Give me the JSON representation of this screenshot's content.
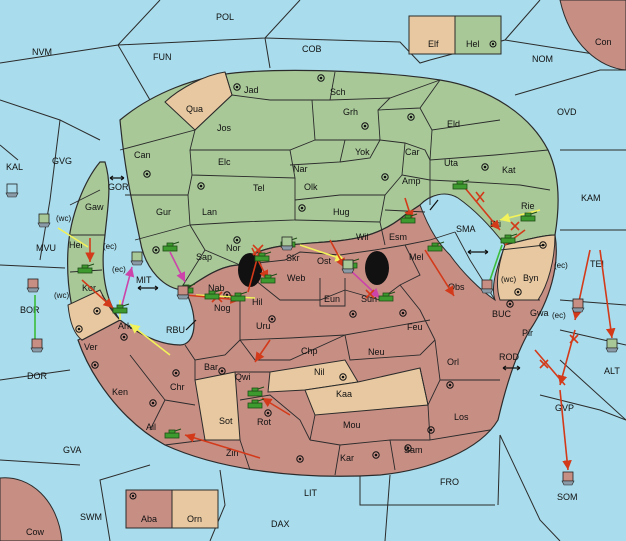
{
  "colors": {
    "sea": "#a9dcec",
    "green": "#a8c898",
    "red": "#c78e84",
    "tan": "#e7c8a0",
    "border": "#2b2b2b",
    "order_move": "#d33a1a",
    "order_support": "#f2f25a",
    "order_convoy": "#cc44aa",
    "order_hold": "#3bbd3b",
    "unit_army": "#3d9a2e",
    "unit_fleet_hull": "#8a9aa6"
  },
  "legend": [
    {
      "label": "Elf",
      "color": "tan"
    },
    {
      "label": "Hel",
      "color": "green"
    },
    {
      "label": "Aba",
      "color": "red"
    },
    {
      "label": "Orn",
      "color": "tan"
    }
  ],
  "sea_labels": [
    "POL",
    "NVM",
    "FUN",
    "COB",
    "NOM",
    "Con",
    "OVD",
    "KAL",
    "GVG",
    "GOR",
    "KAM",
    "SMA",
    "MVU",
    "MIT",
    "BOR",
    "DOR",
    "RBU",
    "TEI",
    "BUC",
    "ALT",
    "ROD",
    "GVP",
    "GVA",
    "FRO",
    "LIT",
    "SWM",
    "DAX",
    "SOM",
    "Cow"
  ],
  "green_labels": [
    "Jad",
    "Sch",
    "Jos",
    "Grh",
    "Eld",
    "Can",
    "Yok",
    "Car",
    "Elc",
    "Nar",
    "Uta",
    "Tel",
    "Olk",
    "Kat",
    "Gur",
    "Amp",
    "Lan",
    "Hug",
    "Rie",
    "Gaw",
    "Her",
    "Esm",
    "Nor",
    "Wil",
    "Sap",
    "Skr",
    "Kor",
    "Ark"
  ],
  "red_labels": [
    "Bri",
    "Ost",
    "Mel",
    "Web",
    "Obs",
    "Nab",
    "Hil",
    "Eun",
    "Sun",
    "Nog",
    "Uru",
    "Feu",
    "Chp",
    "Neu",
    "Bar",
    "Orl",
    "Qwi",
    "Nil",
    "Ken",
    "Chr",
    "Kaa",
    "Rot",
    "Los",
    "Ail",
    "Mou",
    "Sam",
    "Zin",
    "Kar",
    "Gwa",
    "Pir"
  ],
  "tan_labels": [
    "Qua",
    "Byn",
    "Ver",
    "Sot"
  ],
  "annotations": [
    "(wc)",
    "(ec)",
    "(ec)",
    "(wc)",
    "(ec)",
    "(wc)",
    "(ec)"
  ]
}
